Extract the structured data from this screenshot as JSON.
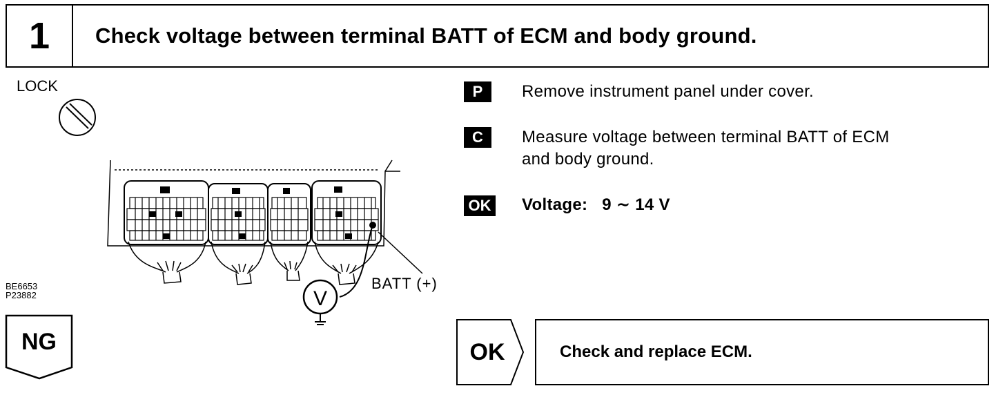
{
  "step": {
    "number": "1",
    "title": "Check voltage between terminal BATT of ECM and body ground."
  },
  "figure": {
    "lock_label": "LOCK",
    "batt_label": "BATT (+)",
    "codes": [
      "BE6653",
      "P23882"
    ],
    "meter_symbol": "V"
  },
  "instructions": [
    {
      "badge": "P",
      "text": "Remove instrument panel under cover."
    },
    {
      "badge": "C",
      "line1": "Measure voltage between terminal BATT of ECM",
      "line2": "and body ground."
    },
    {
      "badge": "OK",
      "text": "Voltage:   9 ∼ 14 V"
    }
  ],
  "outcomes": {
    "ng_label": "NG",
    "ok_label": "OK",
    "ok_action": "Check and replace ECM."
  }
}
